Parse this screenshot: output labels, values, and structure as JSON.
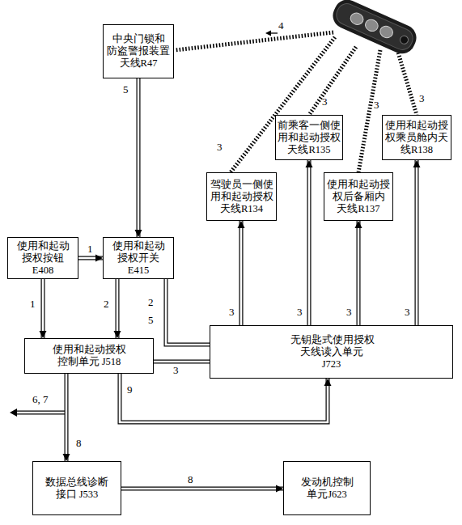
{
  "diagram": {
    "nodes": [
      {
        "text": [
          "中央门锁和 防盗警报装置 天线R47"
        ]
      },
      {
        "text": [
          "前乘客一侧使 用和起动授权 天线R135"
        ]
      },
      {
        "text": [
          "使用和起动授 权乘员舱内天 线R138"
        ]
      },
      {
        "text": [
          "驾驶员一侧使 用和起动授权 天线R134"
        ]
      },
      {
        "text": [
          "使用和起动授 权后备厢内 天线R137"
        ]
      },
      {
        "text": [
          "使用和起动 授权按钮 E408"
        ]
      },
      {
        "text": [
          "使用和起动 授权开关 E415"
        ]
      },
      {
        "text": [
          "使用和起动授权 控制单元 J518"
        ]
      },
      {
        "text": [
          "无钥匙式使用授权 天线读入单元 J723"
        ]
      },
      {
        "text": [
          "数据总线诊断 接口 J533"
        ]
      },
      {
        "text": [
          "发动机控制 单元J623"
        ]
      }
    ],
    "edges": [
      {
        "from": 0,
        "to": 6,
        "arrow": "to",
        "label": "5"
      },
      {
        "from": 5,
        "to": 6,
        "arrow": "to",
        "label": "1"
      },
      {
        "from": 5,
        "to": 7,
        "arrow": "to",
        "label": "1"
      },
      {
        "from": 6,
        "to": 7,
        "arrow": "to",
        "label": "2"
      },
      {
        "from": 6,
        "to": 8,
        "arrow": "none",
        "label": "2"
      },
      {
        "from": 7,
        "to": 8,
        "arrow": "none",
        "label": "3"
      },
      {
        "from": 8,
        "to": 3,
        "arrow": "to",
        "label": "3"
      },
      {
        "from": 8,
        "to": 1,
        "arrow": "to",
        "label": "3"
      },
      {
        "from": 8,
        "to": 4,
        "arrow": "to",
        "label": "3"
      },
      {
        "from": 8,
        "to": 2,
        "arrow": "to",
        "label": "3"
      },
      {
        "from": 7,
        "to": 9,
        "arrow": "to",
        "label": "8"
      },
      {
        "from": 7,
        "to": 8,
        "arrow": "to",
        "label": "9"
      },
      {
        "from": 9,
        "to": 10,
        "arrow": "to",
        "label": "8"
      }
    ],
    "labels": [
      "4",
      "3",
      "3",
      "3",
      "3",
      "5",
      "6, 7"
    ]
  }
}
